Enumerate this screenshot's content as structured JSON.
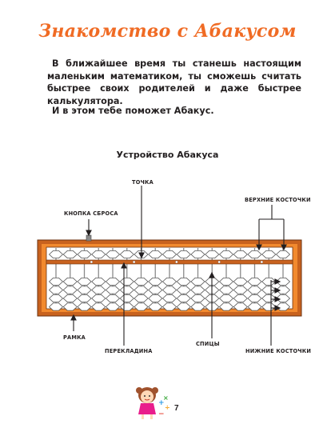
{
  "page": {
    "title": "Знакомство с Абакусом",
    "paragraph1": "В ближайшее время ты станешь настоящим маленьким математиком, ты сможешь считать быстрее своих родителей и даже быстрее калькулятора.",
    "paragraph2": "И в этом тебе поможет Абакус.",
    "diagram_title": "Устройство Абакуса",
    "page_number": "7"
  },
  "labels": {
    "dot": "ТОЧКА",
    "reset_button": "КНОПКА СБРОСА",
    "upper_beads": "ВЕРХНИЕ КОСТОЧКИ",
    "frame": "РАМКА",
    "crossbar": "ПЕРЕКЛАДИНА",
    "rods": "СПИЦЫ",
    "lower_beads": "НИЖНИЕ КОСТОЧКИ"
  },
  "colors": {
    "title": "#f06b24",
    "frame_outer": "#c8621e",
    "frame_inner": "#f28a2e",
    "bead_fill": "#ffffff",
    "bead_stroke": "#555555",
    "background": "#ffffff"
  },
  "abacus": {
    "rods": 17,
    "upper_beads_per_rod": 1,
    "lower_beads_per_rod": 4,
    "dot_rods": [
      2,
      5,
      8,
      11,
      14
    ]
  }
}
